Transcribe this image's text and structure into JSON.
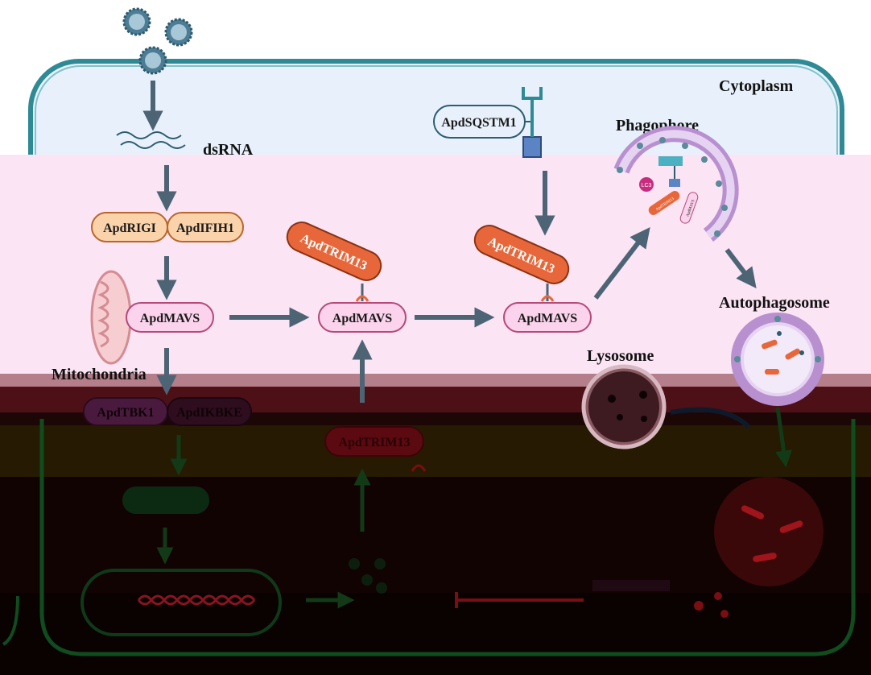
{
  "regions": {
    "cytoplasm": "Cytoplasm"
  },
  "labels": {
    "dsrna": "dsRNA",
    "mitochondria": "Mitochondria",
    "phagophore": "Phagophore",
    "autophagosome": "Autophagosome",
    "lysosome": "Lysosome",
    "lc3": "LC3"
  },
  "proteins": {
    "rigi": "ApdRIGI",
    "ifih1": "ApdIFIH1",
    "mavs_1": "ApdMAVS",
    "mavs_2": "ApdMAVS",
    "mavs_3": "ApdMAVS",
    "tbk1": "ApdTBK1",
    "ikbke": "ApdIKBKE",
    "trim13_top": "ApdTRIM13",
    "trim13_mid": "ApdTRIM13",
    "trim13_low": "ApdTRIM13",
    "sqstm1": "ApdSQSTM1",
    "trim13_small": "ApdTRIM13",
    "mavs_small": "ApdMAVS"
  },
  "colors": {
    "membrane": "#2e8b95",
    "cytoplasm_fill": "#e8f1fb",
    "pink_band": "#fbe4f4",
    "arrow": "#4d6475",
    "trim13": "#e8673a",
    "mavs_fill": "#fbd3ec",
    "rig_fill": "#fbd3ab",
    "autophagy_purple": "#b890d0",
    "dark_overlay": "#2a0b0c"
  }
}
